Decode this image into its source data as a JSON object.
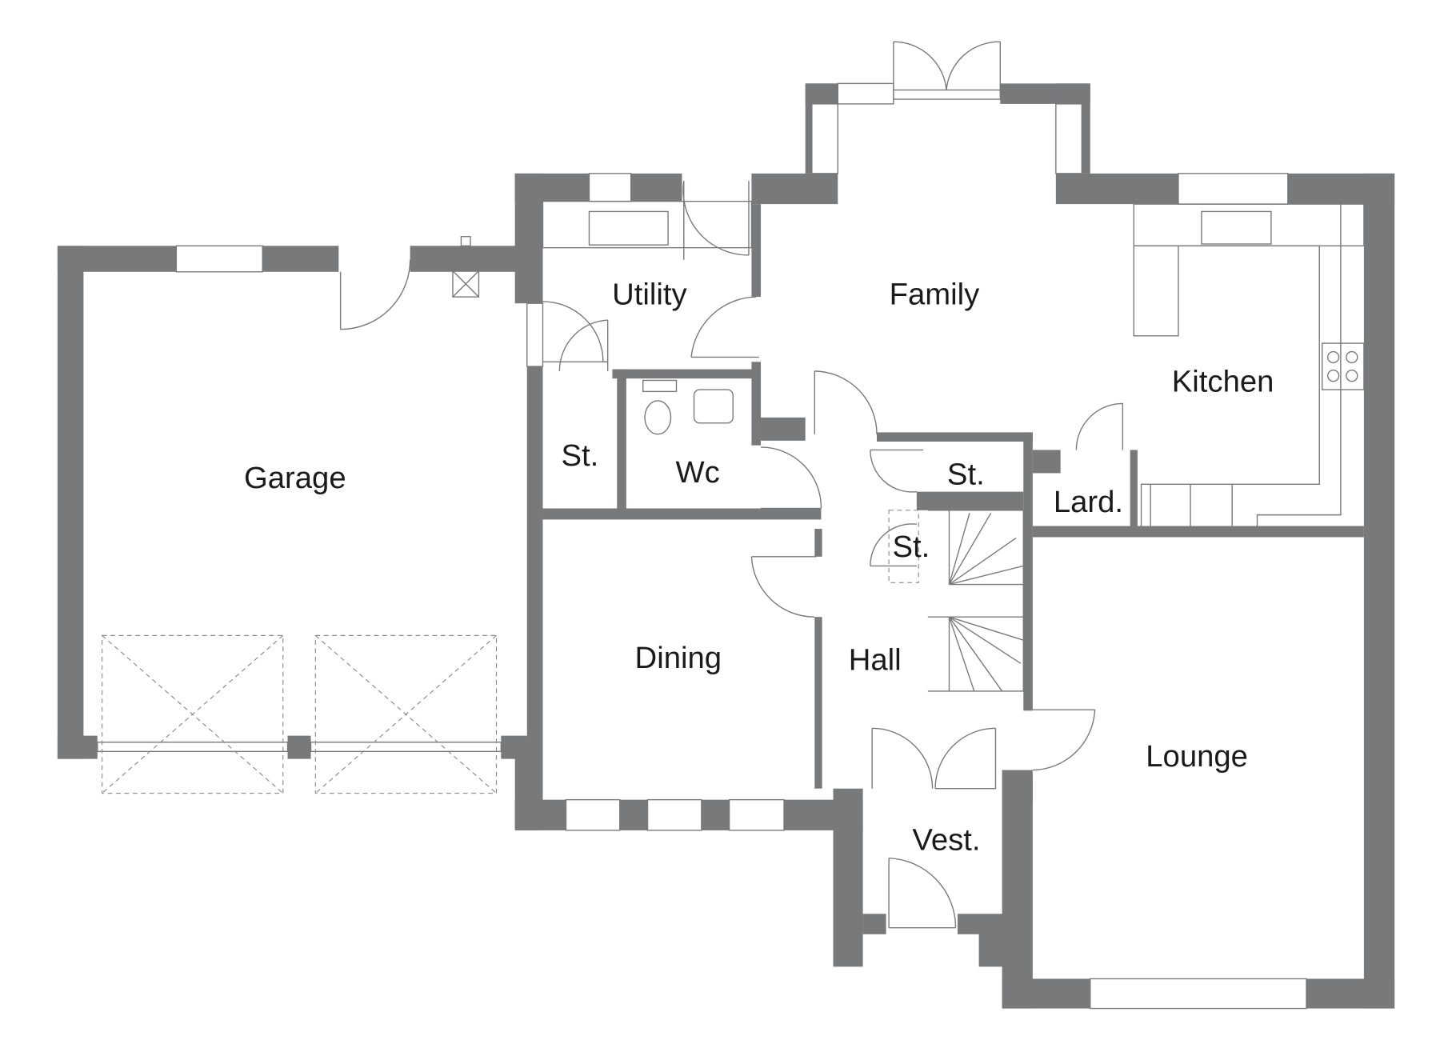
{
  "plan": {
    "wall_color": "#77797b",
    "rooms": {
      "garage": "Garage",
      "utility": "Utility",
      "family": "Family",
      "kitchen": "Kitchen",
      "store_utility": "St.",
      "wc": "Wc",
      "store_hall": "St.",
      "larder": "Lard.",
      "store_stairs": "St.",
      "dining": "Dining",
      "hall": "Hall",
      "lounge": "Lounge",
      "vestibule": "Vest."
    }
  }
}
